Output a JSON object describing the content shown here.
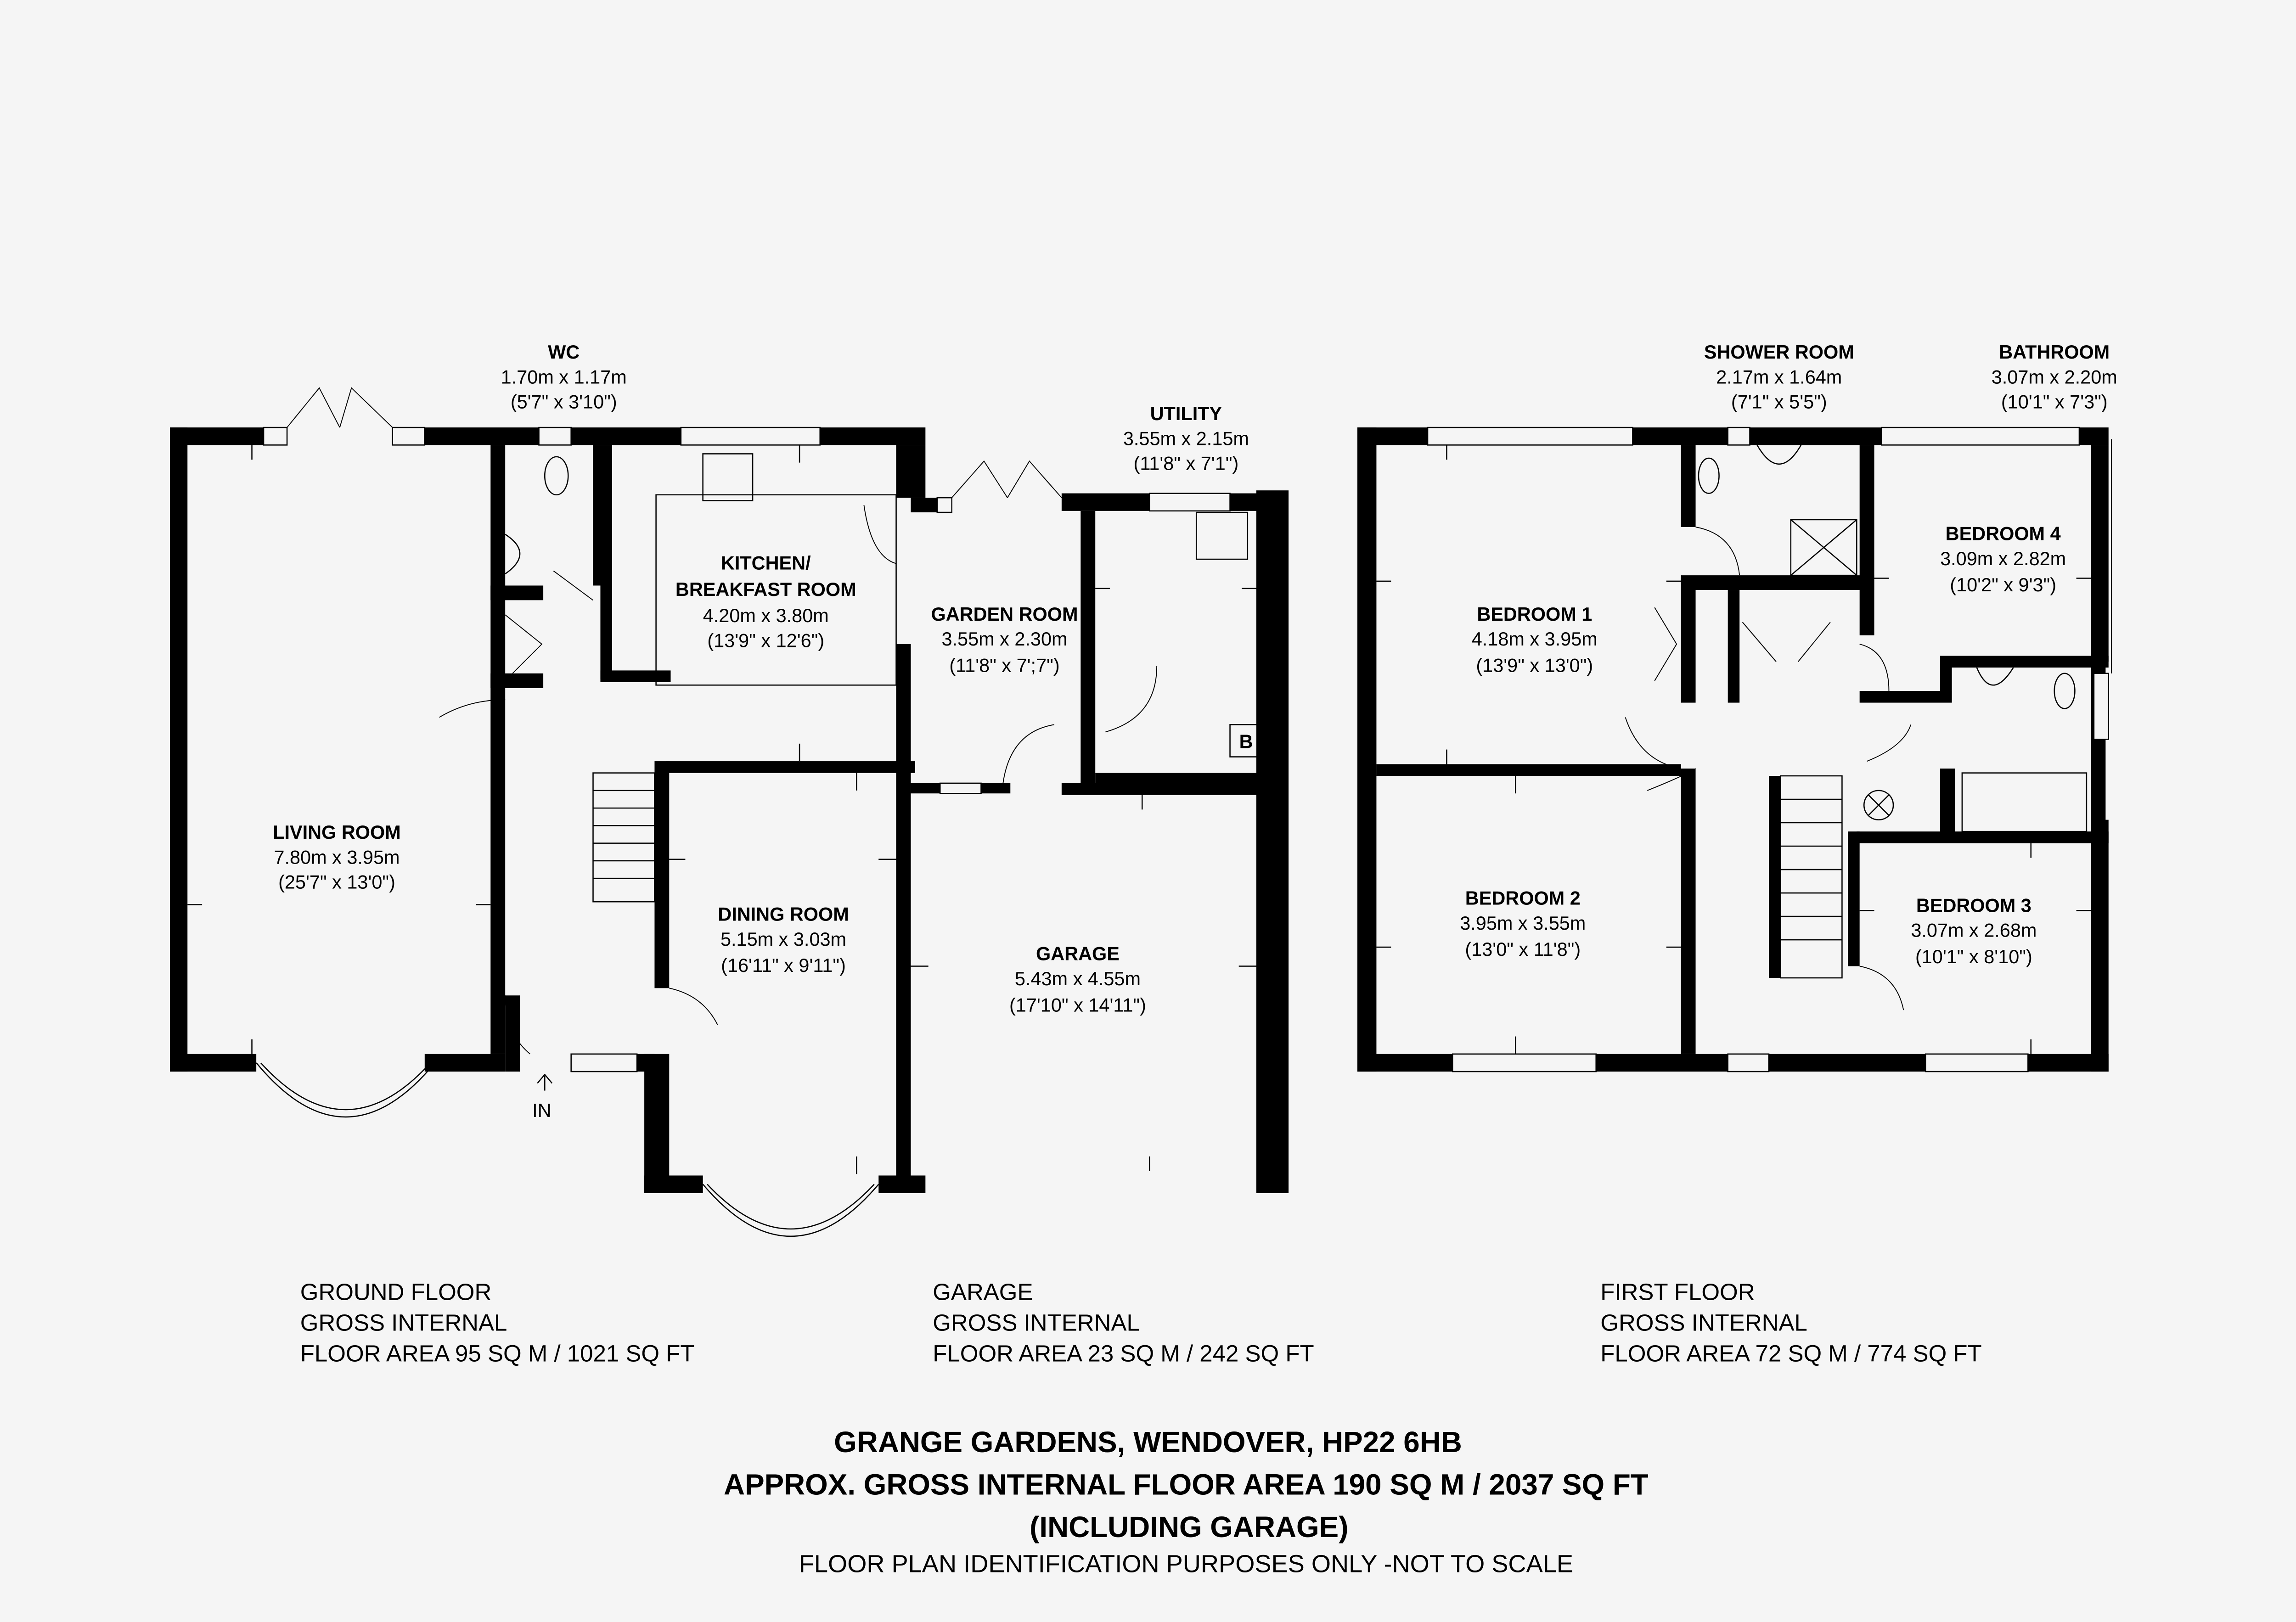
{
  "ground_floor": {
    "rooms": {
      "wc": {
        "name": "WC",
        "metric": "1.70m x 1.17m",
        "imperial": "(5'7\" x 3'10\")"
      },
      "utility": {
        "name": "UTILITY",
        "metric": "3.55m x 2.15m",
        "imperial": "(11'8\" x 7'1\")"
      },
      "kitchen": {
        "name_line1": "KITCHEN/",
        "name_line2": "BREAKFAST ROOM",
        "metric": "4.20m x 3.80m",
        "imperial": "(13'9\" x 12'6\")"
      },
      "garden_room": {
        "name": "GARDEN ROOM",
        "metric": "3.55m x 2.30m",
        "imperial": "(11'8\" x 7';7\")"
      },
      "living_room": {
        "name": "LIVING ROOM",
        "metric": "7.80m x 3.95m",
        "imperial": "(25'7\" x 13'0\")"
      },
      "dining_room": {
        "name": "DINING ROOM",
        "metric": "5.15m x 3.03m",
        "imperial": "(16'11\" x 9'11\")"
      }
    },
    "entrance_label": "IN",
    "boiler_label": "B",
    "summary": [
      "GROUND FLOOR",
      "GROSS INTERNAL",
      "FLOOR AREA 95 SQ M / 1021 SQ FT"
    ]
  },
  "garage": {
    "room": {
      "name": "GARAGE",
      "metric": "5.43m x 4.55m",
      "imperial": "(17'10\" x 14'11\")"
    },
    "summary": [
      "GARAGE",
      "GROSS INTERNAL",
      "FLOOR AREA 23 SQ M / 242 SQ FT"
    ]
  },
  "first_floor": {
    "rooms": {
      "shower_room": {
        "name": "SHOWER ROOM",
        "metric": "2.17m x 1.64m",
        "imperial": "(7'1\" x 5'5\")"
      },
      "bathroom": {
        "name": "BATHROOM",
        "metric": "3.07m x 2.20m",
        "imperial": "(10'1\" x 7'3\")"
      },
      "bedroom1": {
        "name": "BEDROOM 1",
        "metric": "4.18m x 3.95m",
        "imperial": "(13'9\" x 13'0\")"
      },
      "bedroom4": {
        "name": "BEDROOM 4",
        "metric": "3.09m x 2.82m",
        "imperial": "(10'2\" x 9'3\")"
      },
      "bedroom2": {
        "name": "BEDROOM 2",
        "metric": "3.95m x 3.55m",
        "imperial": "(13'0\" x 11'8\")"
      },
      "bedroom3": {
        "name": "BEDROOM 3",
        "metric": "3.07m x 2.68m",
        "imperial": "(10'1\" x 8'10\")"
      }
    },
    "summary": [
      "FIRST FLOOR",
      "GROSS INTERNAL",
      "FLOOR AREA 72 SQ M / 774 SQ FT"
    ]
  },
  "footer": {
    "address": "GRANGE GARDENS, WENDOVER, HP22 6HB",
    "total_area": "APPROX. GROSS INTERNAL FLOOR AREA 190 SQ M / 2037 SQ FT",
    "note": "(INCLUDING GARAGE)",
    "disclaimer": "FLOOR PLAN IDENTIFICATION PURPOSES ONLY -NOT TO SCALE"
  },
  "colors": {
    "background": "#f5f5f5",
    "walls": "#000000"
  }
}
